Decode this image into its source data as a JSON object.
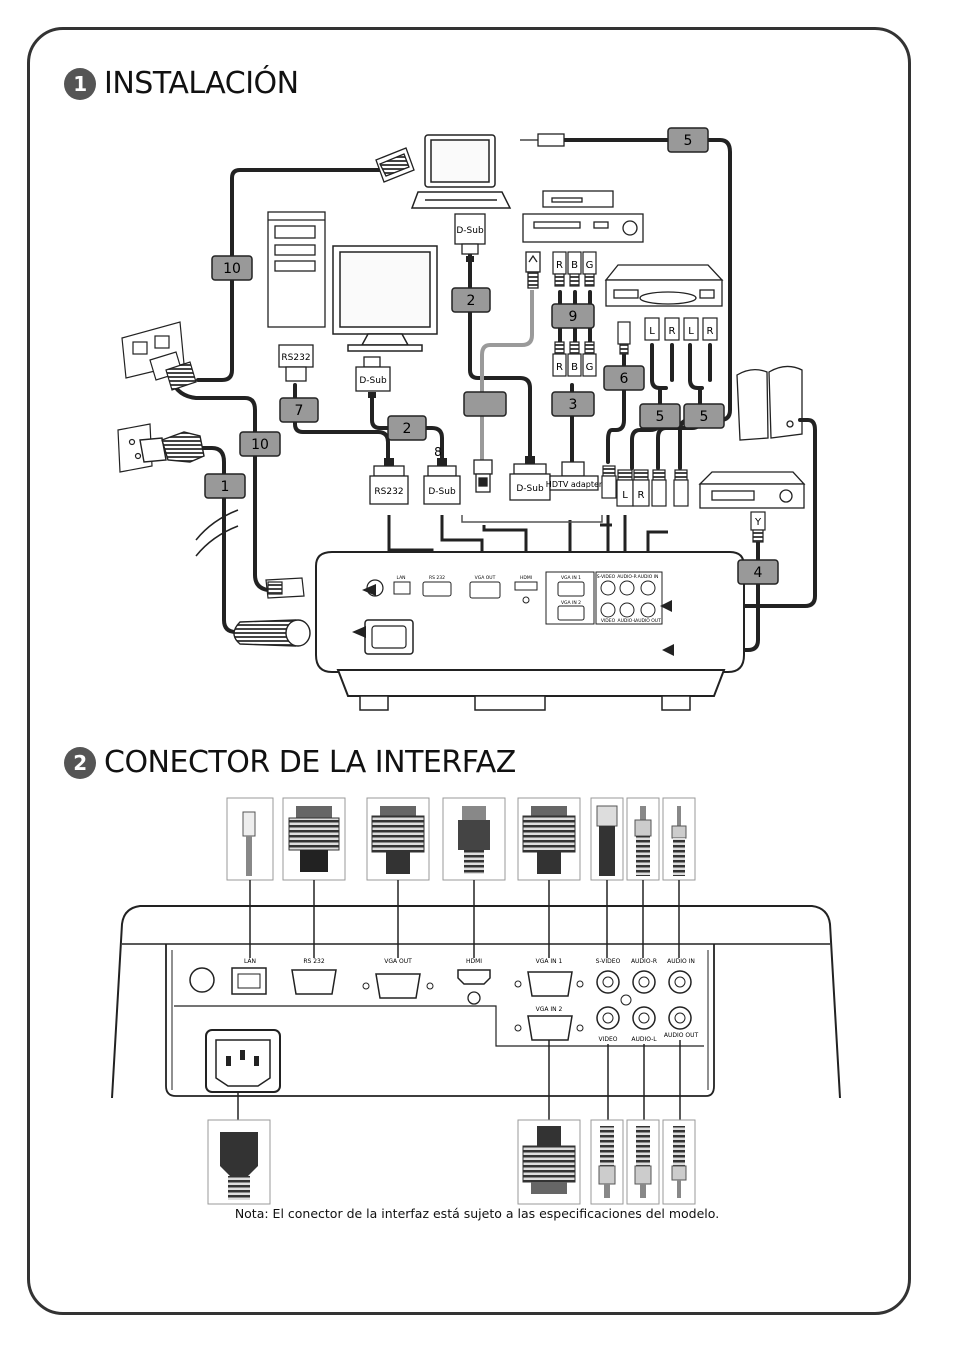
{
  "section1": {
    "number": "1",
    "title": "INSTALACIÓN"
  },
  "section2": {
    "number": "2",
    "title": "CONECTOR DE LA INTERFAZ"
  },
  "cable_tags": {
    "c1": "1",
    "c2a": "2",
    "c2b": "2",
    "c3": "3",
    "c4": "4",
    "c5a": "5",
    "c5b": "5",
    "c5c": "5",
    "c6": "6",
    "c7": "7",
    "c8": "8",
    "c9": "9",
    "c10a": "10",
    "c10b": "10"
  },
  "connector_labels": {
    "dsub_laptop": "D-Sub",
    "dsub_monitor": "D-Sub",
    "dsub_proj1": "D-Sub",
    "dsub_proj2": "D-Sub",
    "rs232_pc": "RS232",
    "rs232_proj": "RS232",
    "hdtv_adapter": "HDTV adapter",
    "rgb_top": [
      "R",
      "B",
      "G"
    ],
    "rgb_bottom": [
      "R",
      "B",
      "G"
    ],
    "audio_lr": [
      "L",
      "R",
      "L",
      "R"
    ],
    "audio_plug_lr": [
      "L",
      "R"
    ],
    "video_y": "Y"
  },
  "panel_small": {
    "lan": "LAN",
    "rs232": "RS 232",
    "vga_out": "VGA OUT",
    "hdmi": "HDMI",
    "vga_in1": "VGA IN 1",
    "vga_in2": "VGA IN 2",
    "svideo": "S-VIDEO",
    "audio_r": "AUDIO-R",
    "audio_in": "AUDIO IN",
    "video": "VIDEO",
    "audio_l": "AUDIO-L",
    "audio_out": "AUDIO OUT"
  },
  "panel_large": {
    "lan": "LAN",
    "rs232": "RS 232",
    "vga_out": "VGA OUT",
    "hdmi": "HDMI",
    "vga_in1": "VGA IN 1",
    "vga_in2": "VGA IN 2",
    "svideo": "S-VIDEO",
    "audio_r": "AUDIO-R",
    "audio_in": "AUDIO IN",
    "video": "VIDEO",
    "audio_l": "AUDIO-L",
    "audio_out": "AUDIO OUT"
  },
  "note": "Nota: El conector de la interfaz está sujeto a las especificaciones del modelo.",
  "colors": {
    "frame": "#333333",
    "cable": "#222222",
    "tag_fill": "#999999",
    "gray_cable": "#9a9a9a"
  }
}
